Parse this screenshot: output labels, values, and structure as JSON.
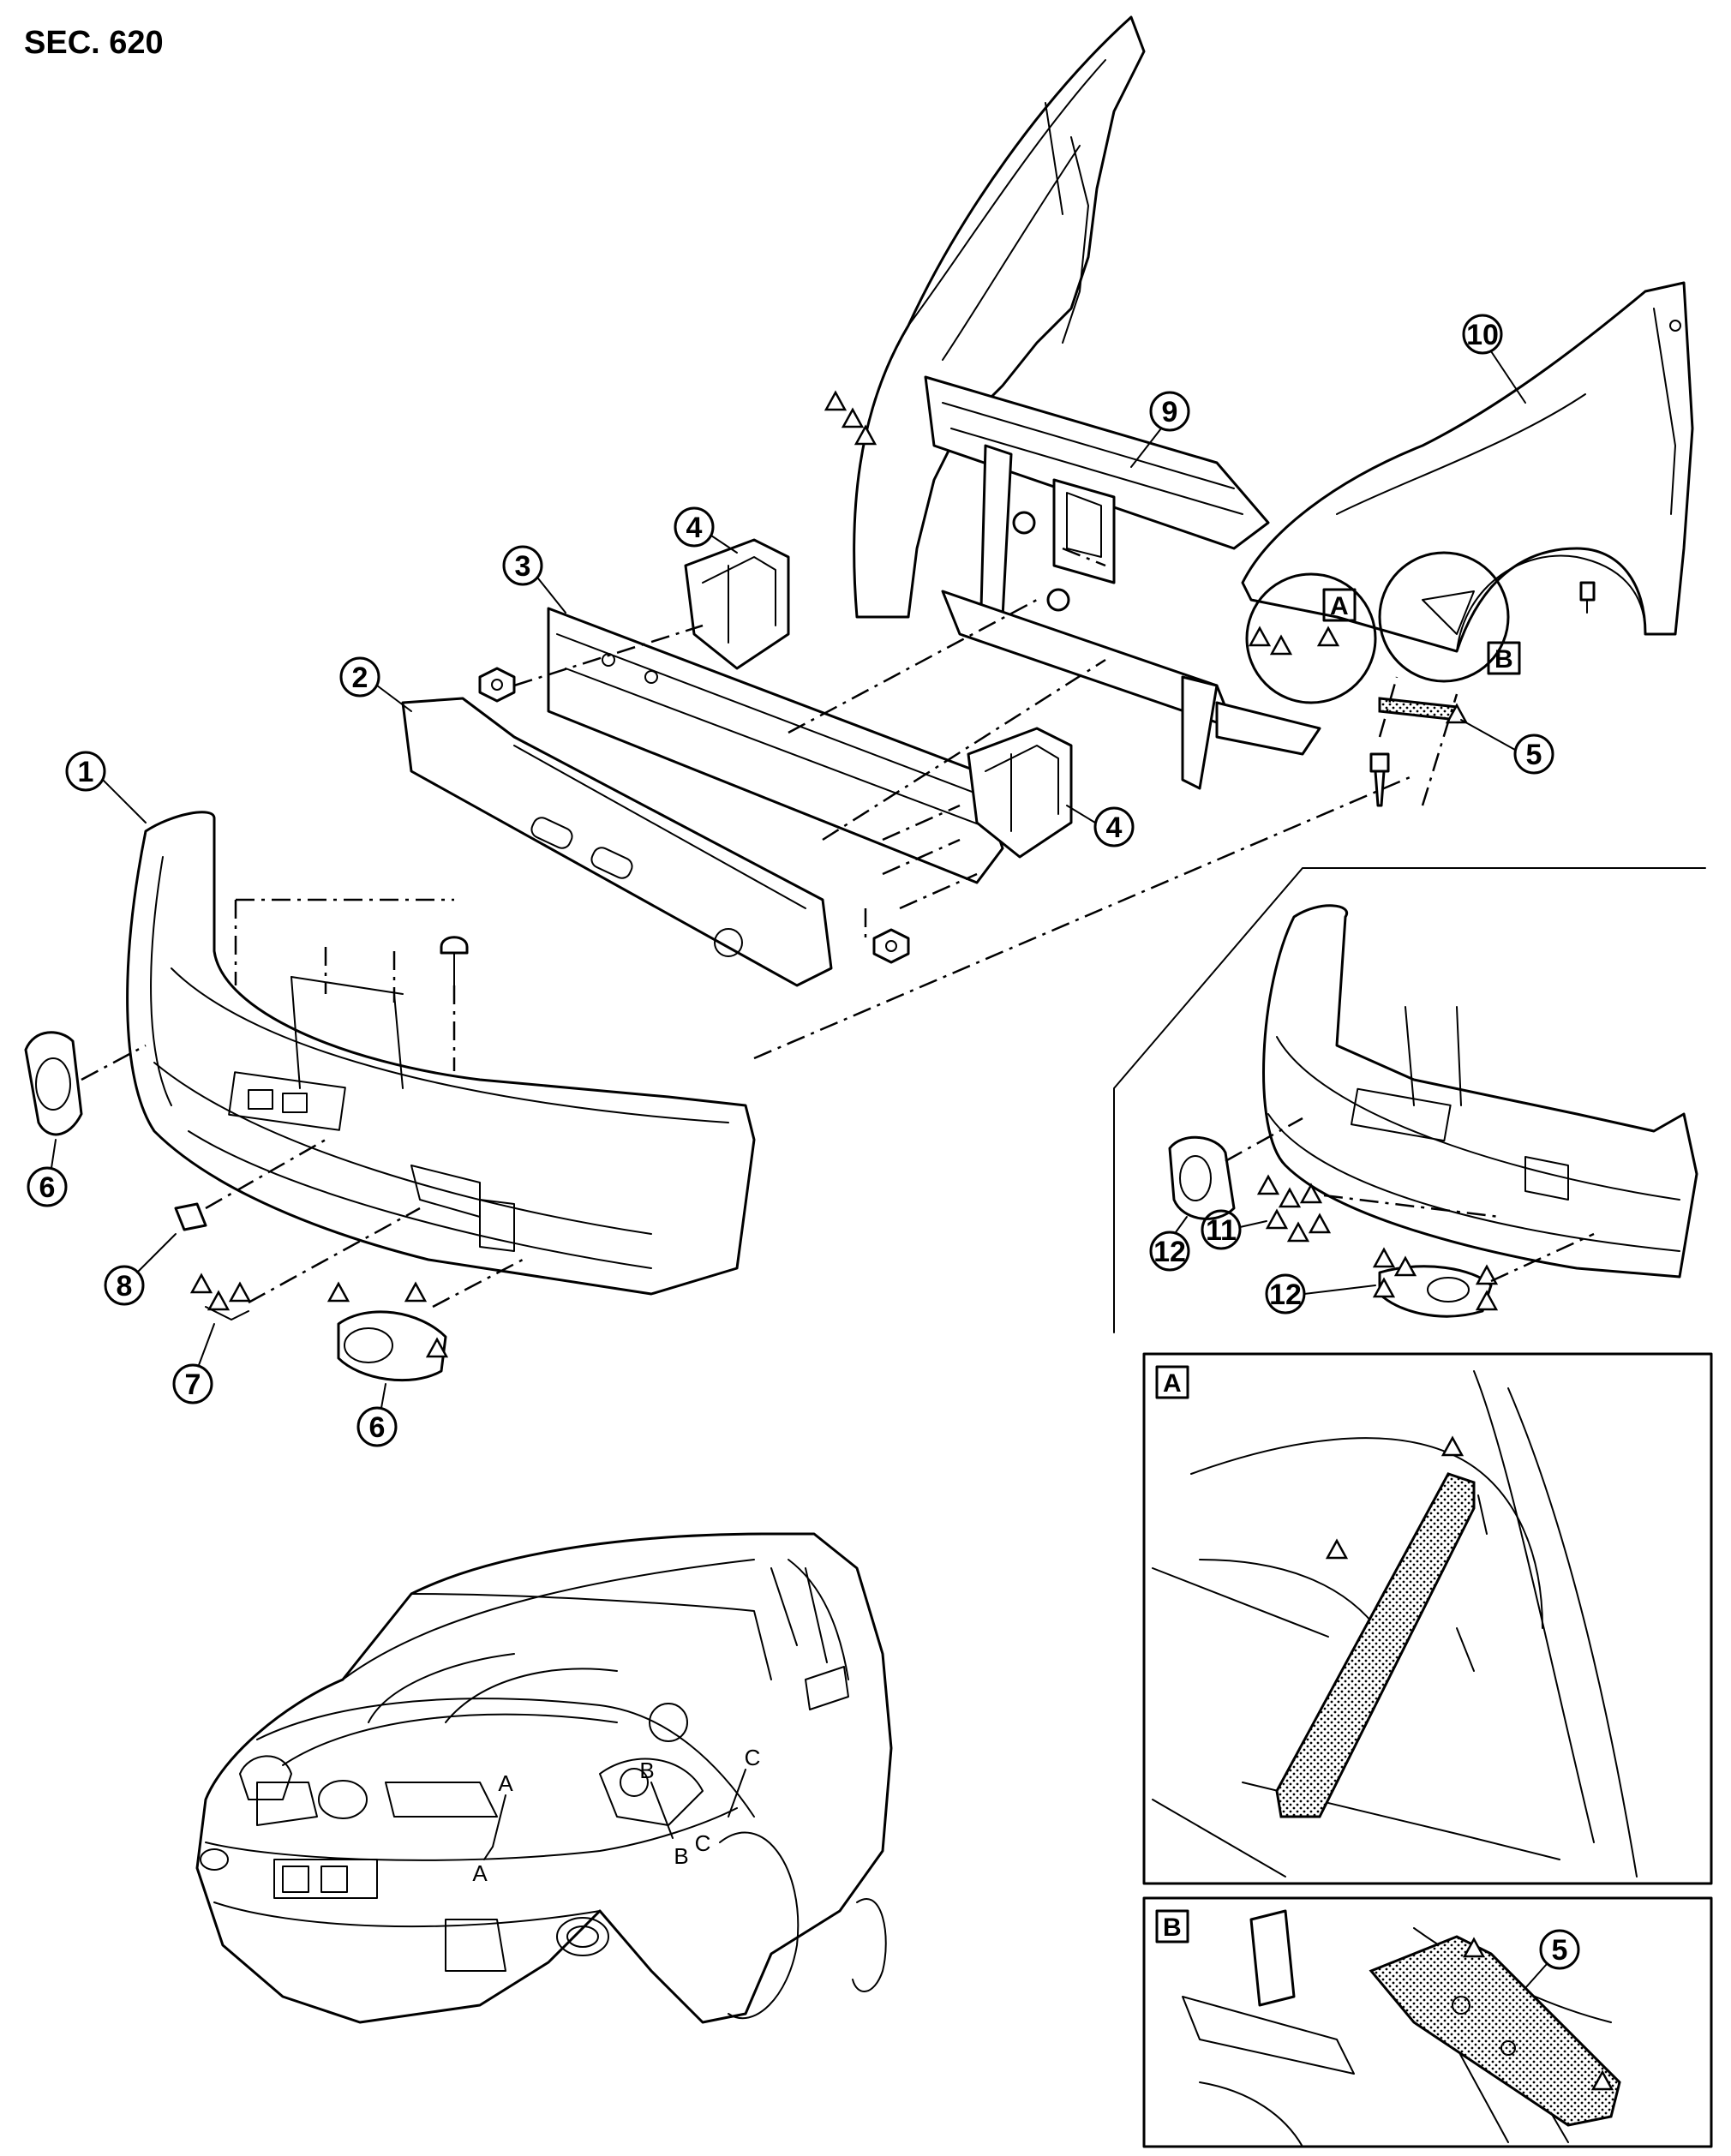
{
  "header": {
    "section": "SEC. 620"
  },
  "callouts": [
    "1",
    "2",
    "3",
    "4",
    "4",
    "5",
    "6",
    "6",
    "7",
    "8",
    "9",
    "10",
    "11",
    "12",
    "12"
  ],
  "detail_boxes": {
    "A": {
      "label": "A"
    },
    "B": {
      "label": "B",
      "callout": "5"
    }
  },
  "car_markers": [
    "A",
    "A",
    "B",
    "B",
    "C",
    "C"
  ]
}
